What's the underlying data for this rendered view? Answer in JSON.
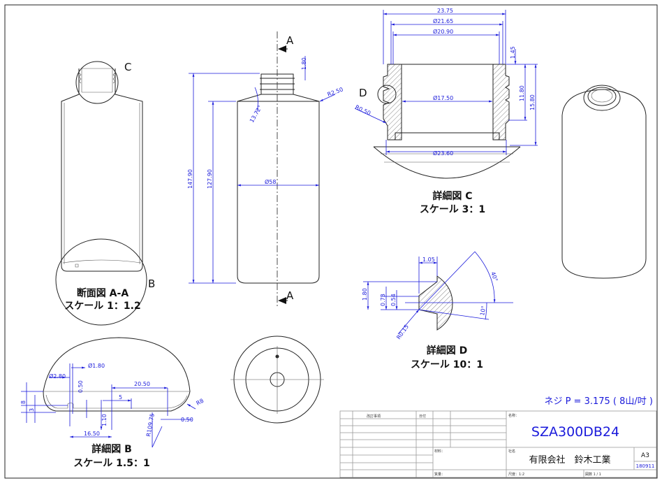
{
  "section_view": {
    "title": "断面図 A-A",
    "scale": "スケール 1：1.2",
    "detail_c_label": "C",
    "detail_b_label": "B"
  },
  "front_view": {
    "section_mark": "A",
    "dims": {
      "overall_height": "147.90",
      "body_height": "127.90",
      "diameter": "Ø58",
      "radius": "R2.50",
      "angle": "13.72°",
      "thread_top": "1.80"
    }
  },
  "detail_c": {
    "title": "詳細図 C",
    "scale": "スケール 3：1",
    "detail_d_label": "D",
    "dims": {
      "outer_width": "23.75",
      "d1": "Ø21.65",
      "d2": "Ø20.90",
      "inner": "Ø17.50",
      "base": "Ø23.60",
      "h1": "11.80",
      "h2": "15.80",
      "top": "1.45",
      "radius": "R0.50"
    }
  },
  "detail_d": {
    "title": "詳細図 D",
    "scale": "スケール 10：1",
    "dims": {
      "width": "1.05",
      "height": "1.80",
      "h1": "0.73",
      "h2": "0.54",
      "radius": "R0.15",
      "angle1": "40°",
      "angle2": "10°"
    }
  },
  "detail_b": {
    "title": "詳細図 B",
    "scale": "スケール 1.5：1",
    "dims": {
      "d1": "Ø1.80",
      "d2": "Ø2.80",
      "h1": "0.50",
      "w1": "20.50",
      "w2": "5",
      "h8": "8",
      "h3": "3",
      "h4": "1.10",
      "w3": "16.50",
      "r1": "R109.75",
      "r2": "R8",
      "w4": "0.50"
    }
  },
  "thread_note": "ネジ P = 3.175 ( 8山/吋 )",
  "title_block": {
    "revision_header": "改訂事項",
    "date_header": "日付",
    "name_label": "名称：",
    "part_name": "SZA300DB24",
    "material_label": "材料：",
    "company_label": "社名",
    "company": "有限会社　鈴木工業",
    "sheet_size": "A3",
    "drawing_no": "180911",
    "mass_label": "質量：",
    "scale_label": "尺度：1:2",
    "sheet_label": "図数 1 / 1"
  },
  "colors": {
    "dimension": "#1a1adb",
    "outline": "#222222"
  }
}
